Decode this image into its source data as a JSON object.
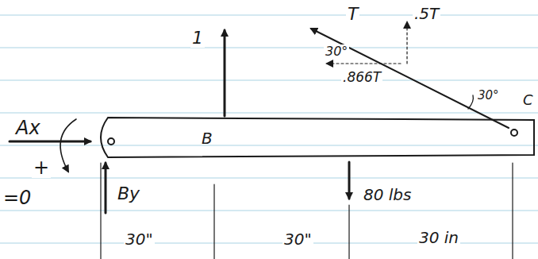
{
  "diagram": {
    "nodes": [
      {
        "text": [
          "B"
        ]
      }
    ],
    "labels": [
      "Ax",
      "+",
      "=0",
      "By",
      "1",
      "T",
      ".5T",
      "30°",
      ".866T",
      "30°",
      "80 lbs",
      "30\"",
      "30\"",
      "30 in",
      "C"
    ]
  }
}
